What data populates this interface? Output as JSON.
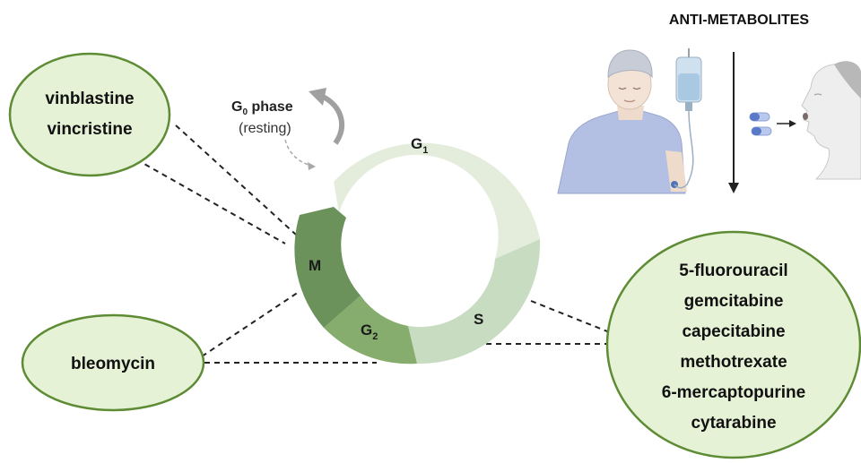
{
  "heading": "ANTI-METABOLITES",
  "g0": {
    "prefix": "G",
    "subscript": "0",
    "suffix": " phase",
    "note": "(resting)"
  },
  "phases": {
    "g1": {
      "letter": "G",
      "sub": "1"
    },
    "s": {
      "letter": "S"
    },
    "g2": {
      "letter": "G",
      "sub": "2"
    },
    "m": {
      "letter": "M"
    }
  },
  "drug_groups": {
    "m_phase": [
      "vinblastine",
      "vincristine"
    ],
    "g2_phase": [
      "bleomycin"
    ],
    "s_phase": [
      "5-fluorouracil",
      "gemcitabine",
      "capecitabine",
      "methotrexate",
      "6-mercaptopurine",
      "cytarabine"
    ]
  },
  "colors": {
    "bubble_fill": "#e6f2d6",
    "bubble_stroke": "#5e8c35",
    "g1": "#e4eddc",
    "s": "#c8dcc2",
    "g2": "#86ad6e",
    "m": "#6a925a"
  },
  "icons": [
    "patient-iv-icon",
    "iv-bag-icon",
    "pill-capsules-icon",
    "patient-oral-icon",
    "arrow-down-icon"
  ]
}
